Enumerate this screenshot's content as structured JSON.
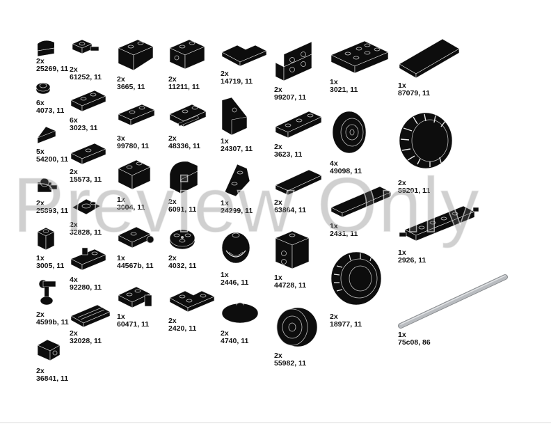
{
  "watermark": "Preview Only",
  "colors": {
    "part": "#0d0d0d",
    "stud": "#bfbfbf",
    "edge": "#e8e8e8",
    "axle": "#b9bcc0"
  },
  "parts": [
    {
      "qty": "2x",
      "id": "25269, 11"
    },
    {
      "qty": "2x",
      "id": "61252, 11"
    },
    {
      "qty": "2x",
      "id": "3665, 11"
    },
    {
      "qty": "2x",
      "id": "11211, 11"
    },
    {
      "qty": "2x",
      "id": "14719, 11"
    },
    {
      "qty": "2x",
      "id": "99207, 11"
    },
    {
      "qty": "1x",
      "id": "3021, 11"
    },
    {
      "qty": "1x",
      "id": "87079, 11"
    },
    {
      "qty": "6x",
      "id": "4073, 11"
    },
    {
      "qty": "6x",
      "id": "3023, 11"
    },
    {
      "qty": "3x",
      "id": "99780, 11"
    },
    {
      "qty": "2x",
      "id": "48336, 11"
    },
    {
      "qty": "1x",
      "id": "24307, 11"
    },
    {
      "qty": "2x",
      "id": "3623, 11"
    },
    {
      "qty": "4x",
      "id": "49098, 11"
    },
    {
      "qty": "5x",
      "id": "54200, 11"
    },
    {
      "qty": "2x",
      "id": "15573, 11"
    },
    {
      "qty": "1x",
      "id": "3004, 11"
    },
    {
      "qty": "2x",
      "id": "6091, 11"
    },
    {
      "qty": "1x",
      "id": "24299, 11"
    },
    {
      "qty": "2x",
      "id": "63864, 11"
    },
    {
      "qty": "2x",
      "id": "89201, 11"
    },
    {
      "qty": "2x",
      "id": "25893, 11"
    },
    {
      "qty": "2x",
      "id": "32828, 11"
    },
    {
      "qty": "1x",
      "id": "2431, 11"
    },
    {
      "qty": "1x",
      "id": "3005, 11"
    },
    {
      "qty": "1x",
      "id": "44567b, 11"
    },
    {
      "qty": "2x",
      "id": "4032, 11"
    },
    {
      "qty": "1x",
      "id": "2926, 11"
    },
    {
      "qty": "4x",
      "id": "92280, 11"
    },
    {
      "qty": "1x",
      "id": "2446, 11"
    },
    {
      "qty": "1x",
      "id": "44728, 11"
    },
    {
      "qty": "2x",
      "id": "4599b, 11"
    },
    {
      "qty": "1x",
      "id": "60471, 11"
    },
    {
      "qty": "2x",
      "id": "2420, 11"
    },
    {
      "qty": "2x",
      "id": "18977, 11"
    },
    {
      "qty": "2x",
      "id": "32028, 11"
    },
    {
      "qty": "2x",
      "id": "4740, 11"
    },
    {
      "qty": "1x",
      "id": "75c08, 86"
    },
    {
      "qty": "2x",
      "id": "55982, 11"
    },
    {
      "qty": "2x",
      "id": "36841, 11"
    }
  ]
}
